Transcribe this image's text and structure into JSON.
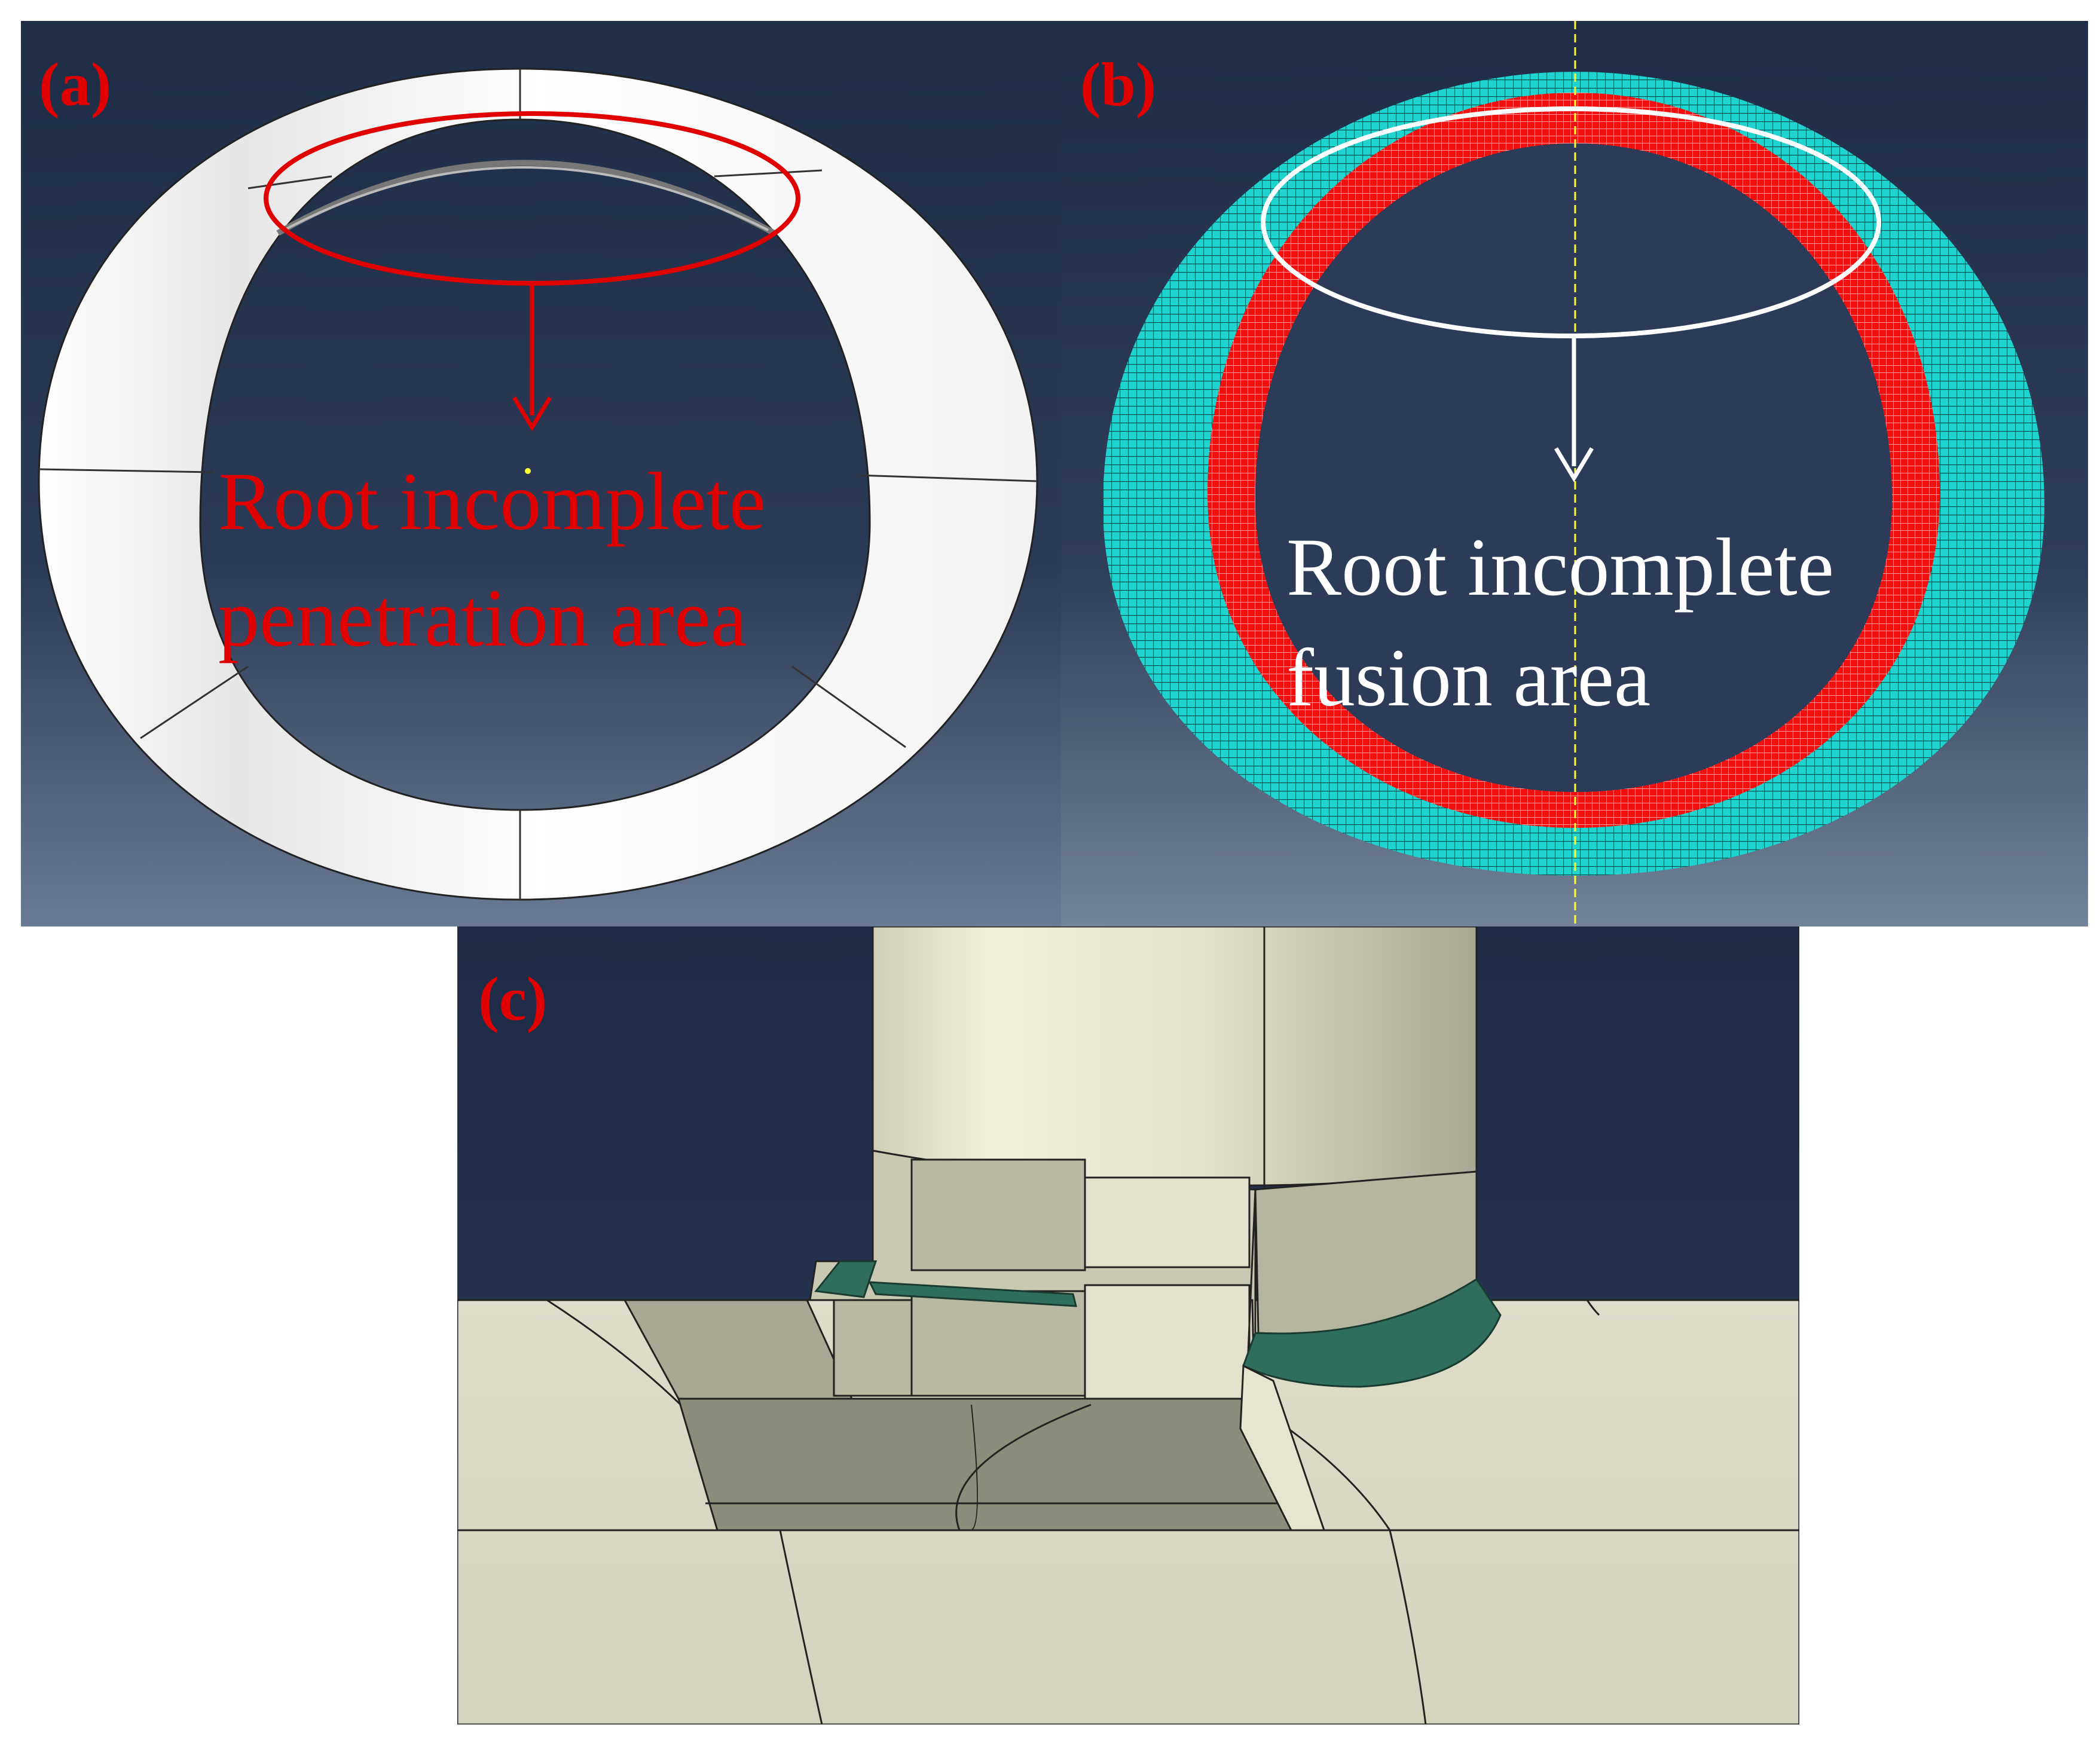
{
  "panels": {
    "a": {
      "label": "(a)",
      "annotation_line1": "Root incomplete",
      "annotation_line2": "penetration area",
      "annotation_color": "#e00000"
    },
    "b": {
      "label": "(b)",
      "annotation_line1": "Root incomplete",
      "annotation_line2": "fusion area",
      "annotation_color": "#ffffff"
    },
    "c": {
      "label": "(c)"
    }
  },
  "colors": {
    "viewport_top": "#1f2d47",
    "viewport_bottom": "#6f7f98",
    "label_red": "#e00000",
    "mesh_cyan": "#1fd4cf",
    "mesh_red": "#f01010",
    "solid_cream": "#e6e6cf",
    "weld_green": "#2f6e5c",
    "guide_yellow": "#ffff33"
  }
}
